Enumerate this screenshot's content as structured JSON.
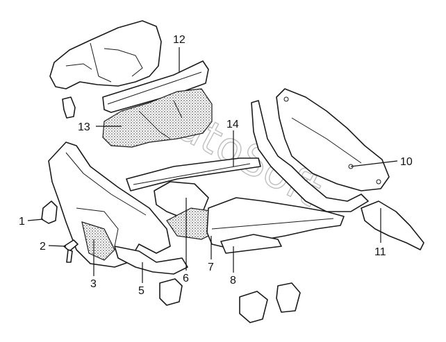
{
  "watermark": "AutoSoft",
  "callouts": [
    {
      "id": "1",
      "label": "1"
    },
    {
      "id": "2",
      "label": "2"
    },
    {
      "id": "3",
      "label": "3"
    },
    {
      "id": "5",
      "label": "5"
    },
    {
      "id": "6",
      "label": "6"
    },
    {
      "id": "7",
      "label": "7"
    },
    {
      "id": "8",
      "label": "8"
    },
    {
      "id": "10",
      "label": "10"
    },
    {
      "id": "11",
      "label": "11"
    },
    {
      "id": "12",
      "label": "12"
    },
    {
      "id": "13",
      "label": "13"
    },
    {
      "id": "14",
      "label": "14"
    }
  ],
  "colors": {
    "line": "#1a1a1a",
    "background": "#ffffff"
  }
}
